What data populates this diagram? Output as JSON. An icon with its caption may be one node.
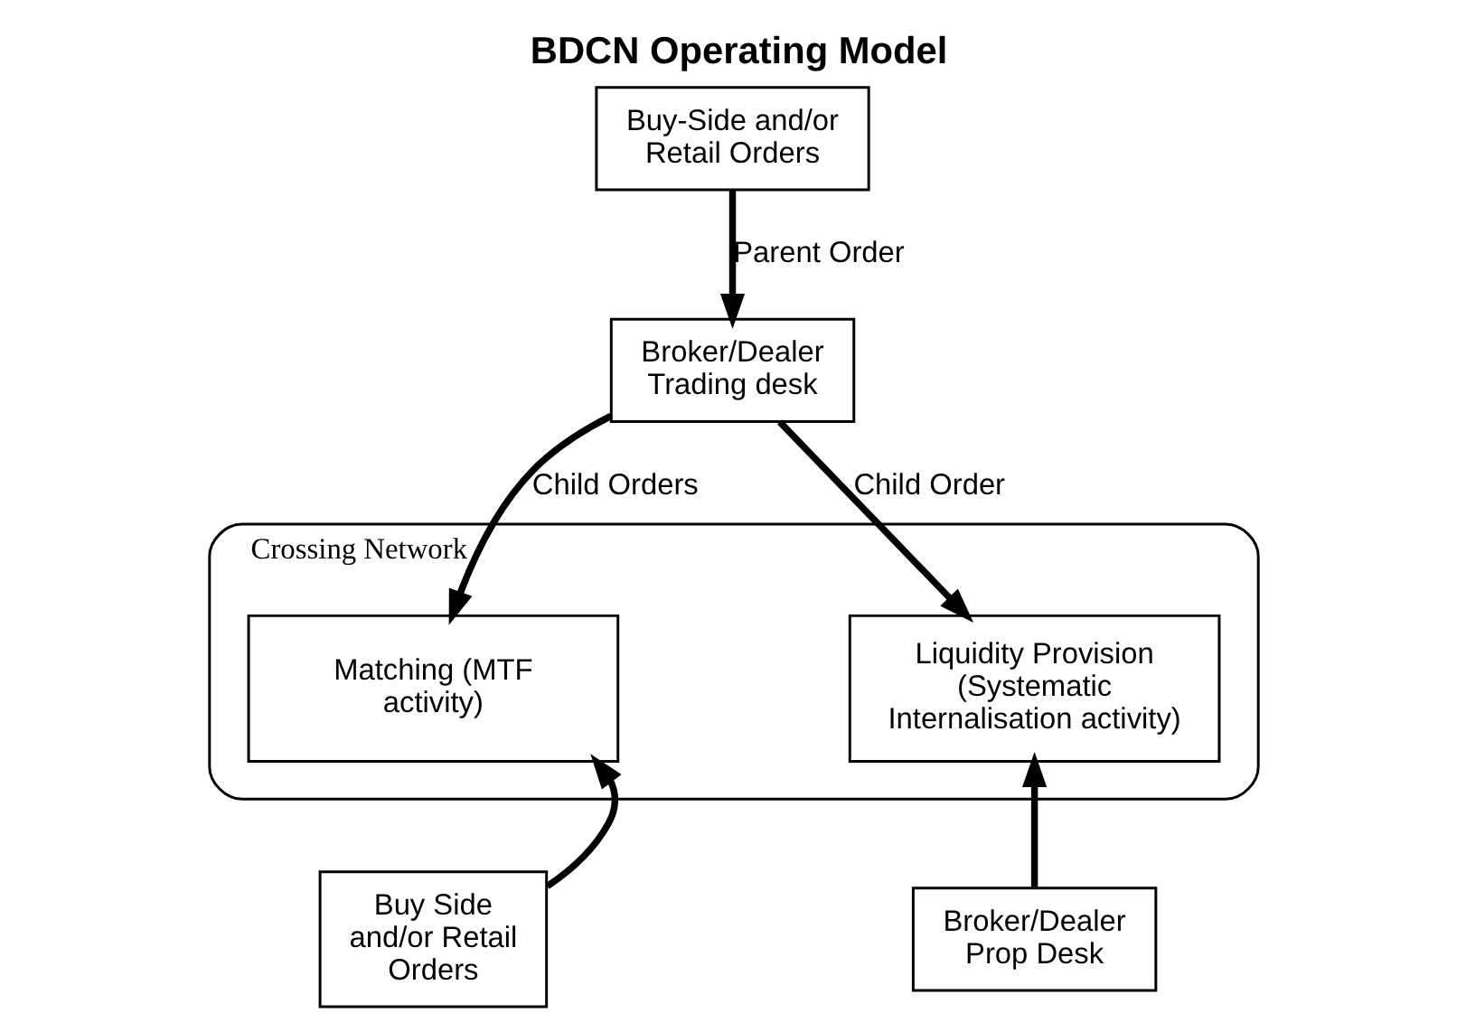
{
  "diagram": {
    "title": "BDCN Operating Model",
    "nodes": [
      {
        "text": [
          "Buy-Side and/or Retail Orders"
        ]
      },
      {
        "text": [
          "Broker/Dealer Trading desk"
        ]
      },
      {
        "text": [
          "Crossing Network"
        ]
      },
      {
        "text": [
          "Matching (MTF activity)"
        ],
        "in": 2
      },
      {
        "text": [
          "Liquidity Provision (Systematic Internalisation activity)"
        ],
        "in": 2
      },
      {
        "text": [
          "Buy Side and/or Retail Orders"
        ]
      },
      {
        "text": [
          "Broker/Dealer Prop Desk"
        ]
      }
    ],
    "edges": [
      {
        "from": 0,
        "to": 1,
        "arrow": "to",
        "label": "Parent Order"
      },
      {
        "from": 1,
        "to": 3,
        "arrow": "to",
        "label": "Child Orders"
      },
      {
        "from": 1,
        "to": 4,
        "arrow": "to",
        "label": "Child Order"
      },
      {
        "from": 5,
        "to": 3,
        "arrow": "to"
      },
      {
        "from": 6,
        "to": 4,
        "arrow": "to"
      }
    ]
  }
}
